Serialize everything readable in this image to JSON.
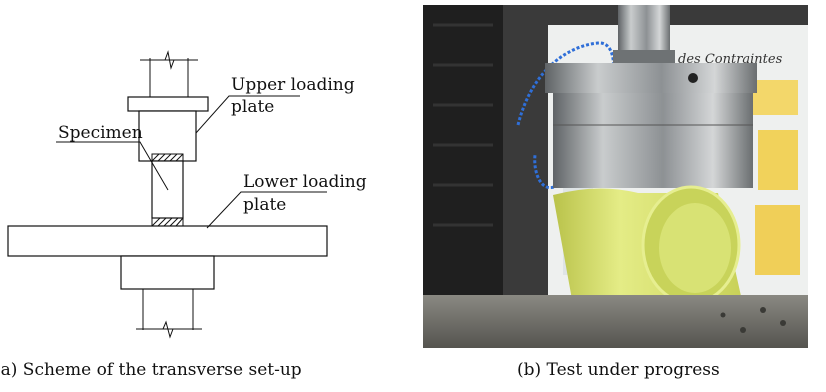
{
  "figure": {
    "panel_a": {
      "caption": "(a) Scheme of the transverse set-up",
      "labels": {
        "upper_line1": "Upper loading",
        "upper_line2": "plate",
        "specimen": "Specimen",
        "lower_line1": "Lower loading",
        "lower_line2": "plate"
      }
    },
    "panel_b": {
      "caption": "(b) Test under progress",
      "poster_text": "des Contraintes",
      "colors": {
        "background_wall": "#2f2f2f",
        "steel": "#9fa3a6",
        "specimen_tube": "#d9e36a",
        "base_plate": "#6f6e69",
        "poster": "#eef0ef",
        "air_hose": "#2f6fd8"
      }
    }
  }
}
